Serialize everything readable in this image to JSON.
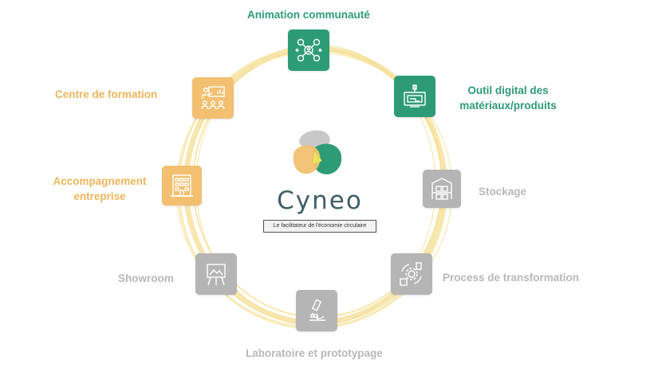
{
  "logo": {
    "wordmark": "Cyneo",
    "tagline": "Le facilitateur de l'économie circulaire"
  },
  "colors": {
    "active_green": "#2e9b77",
    "active_orange": "#f2c070",
    "inactive_gray": "#b5b5b5",
    "ring_yellow": "#f6e3a0"
  },
  "nodes": [
    {
      "label": "Animation communauté",
      "status": "active",
      "color": "green",
      "icon": "community-network-icon"
    },
    {
      "label": "Outil digital des matériaux/produits",
      "status": "active",
      "color": "green",
      "icon": "digital-tool-screen-icon"
    },
    {
      "label": "Stockage",
      "status": "inactive",
      "color": "gray",
      "icon": "storage-shelves-icon"
    },
    {
      "label": "Process de transformation",
      "status": "inactive",
      "color": "gray",
      "icon": "transformation-process-icon"
    },
    {
      "label": "Laboratoire et prototypage",
      "status": "inactive",
      "color": "gray",
      "icon": "microscope-icon"
    },
    {
      "label": "Showroom",
      "status": "inactive",
      "color": "gray",
      "icon": "showroom-easel-icon"
    },
    {
      "label": "Accompagnement entreprise",
      "status": "active",
      "color": "orange",
      "icon": "company-building-icon"
    },
    {
      "label": "Centre de formation",
      "status": "active",
      "color": "orange",
      "icon": "training-presentation-icon"
    }
  ]
}
